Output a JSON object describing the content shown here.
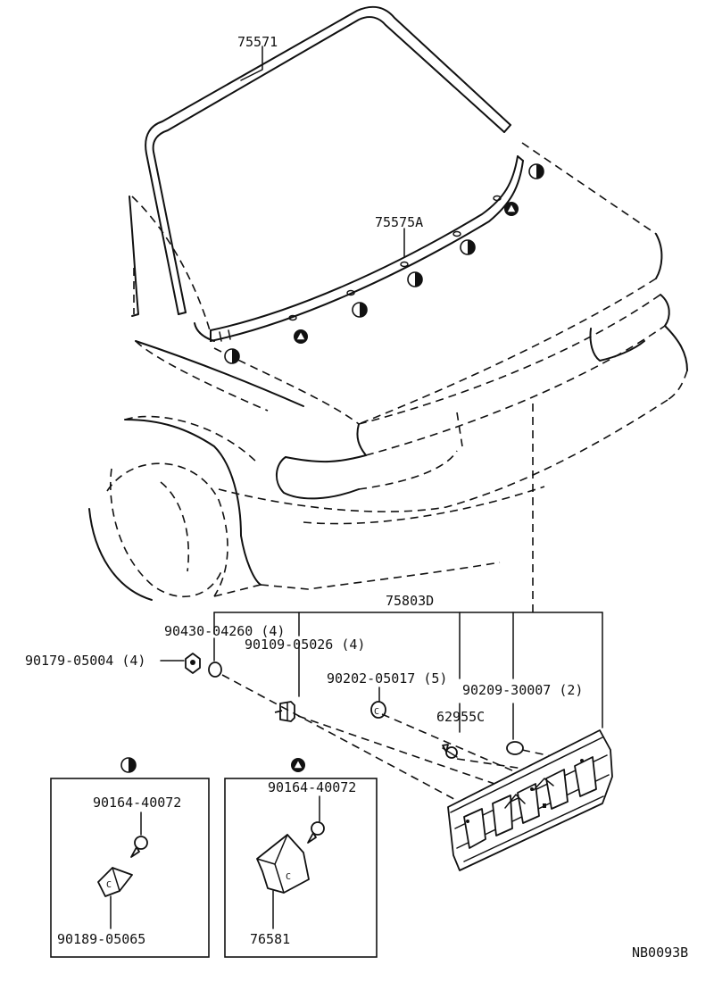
{
  "diagram_code": "NB0093B",
  "parts": {
    "moulding_top": "75571",
    "moulding_lower": "75575A",
    "garnish": "75803D",
    "nut": "90430-04260 (4)",
    "bolt": "90109-05026 (4)",
    "screw_left": "90179-05004 (4)",
    "clip_c": "90202-05017 (5)",
    "clip_grommet": "90209-30007 (2)",
    "fastener": "62955C"
  },
  "detail_half_circle": {
    "screw": "90164-40072",
    "clip": "90189-05065"
  },
  "detail_triangle": {
    "screw": "90164-40072",
    "clip": "76581"
  },
  "icons": {
    "half_circle": "half-circle-marker-icon",
    "triangle": "triangle-circle-marker-icon"
  },
  "clip_letter": "C"
}
